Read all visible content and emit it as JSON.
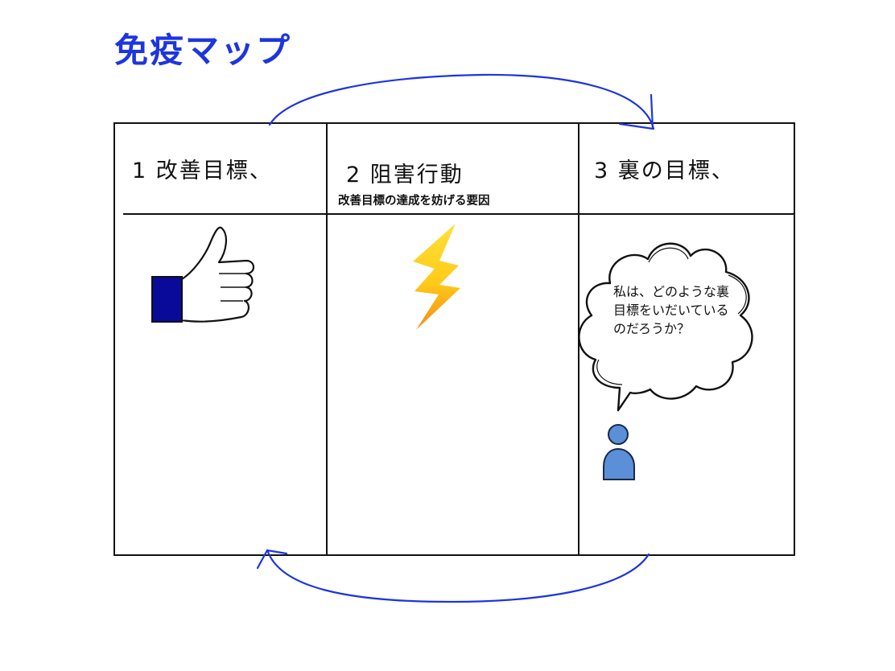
{
  "title": "免疫マップ",
  "columns": [
    {
      "heading": "1 改善目標、",
      "subheading": ""
    },
    {
      "heading": "2 阻害行動",
      "subheading": "改善目標の達成を妨げる要因"
    },
    {
      "heading": "3 裏の目標、",
      "subheading": ""
    }
  ],
  "speech_bubble": {
    "text": "私は、どのような裏目標をいだいているのだろうか？"
  },
  "icons": {
    "thumbs_up": "thumbs-up-icon",
    "lightning": "lightning-icon",
    "person": "person-icon"
  },
  "colors": {
    "title": "#1d35e0",
    "arrows": "#1d35e0",
    "sleeve": "#0a0a9a",
    "person": "#5b8fd8",
    "bolt_top": "#ffd21f",
    "bolt_bottom": "#f59a1a"
  }
}
